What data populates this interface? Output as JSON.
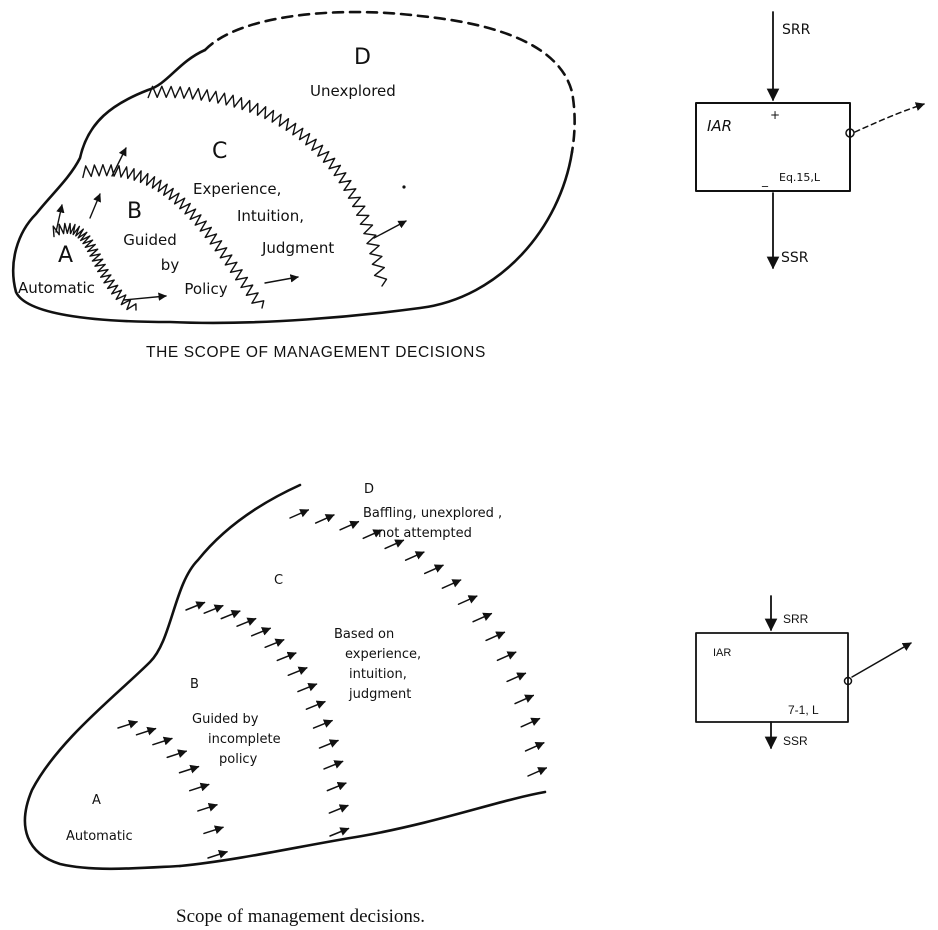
{
  "top_figure": {
    "regions": {
      "a": {
        "letter": "A",
        "lines": [
          "Automatic"
        ]
      },
      "b": {
        "letter": "B",
        "lines": [
          "Guided",
          "by",
          "Policy"
        ]
      },
      "c": {
        "letter": "C",
        "lines": [
          "Experience,",
          "Intuition,",
          "Judgment"
        ]
      },
      "d": {
        "letter": "D",
        "lines": [
          "Unexplored"
        ]
      }
    },
    "caption": "THE SCOPE OF MANAGEMENT DECISIONS"
  },
  "top_block": {
    "input_label": "SRR",
    "name": "IAR",
    "plus": "+",
    "minus": "_",
    "equation": "Eq.15,L",
    "output_label": "SSR"
  },
  "bottom_figure": {
    "regions": {
      "a": {
        "letter": "A",
        "lines": [
          "Automatic"
        ]
      },
      "b": {
        "letter": "B",
        "lines": [
          "Guided by",
          "incomplete",
          "policy"
        ]
      },
      "c": {
        "letter": "C",
        "lines": [
          "Based on",
          "experience,",
          "intuition,",
          "judgment"
        ]
      },
      "d": {
        "letter": "D",
        "lines": [
          "Baffling, unexplored ,",
          "not attempted"
        ]
      }
    },
    "caption": "Scope of management decisions."
  },
  "bottom_block": {
    "input_label": "SRR",
    "name": "IAR",
    "equation": "7-1, L",
    "output_label": "SSR"
  }
}
